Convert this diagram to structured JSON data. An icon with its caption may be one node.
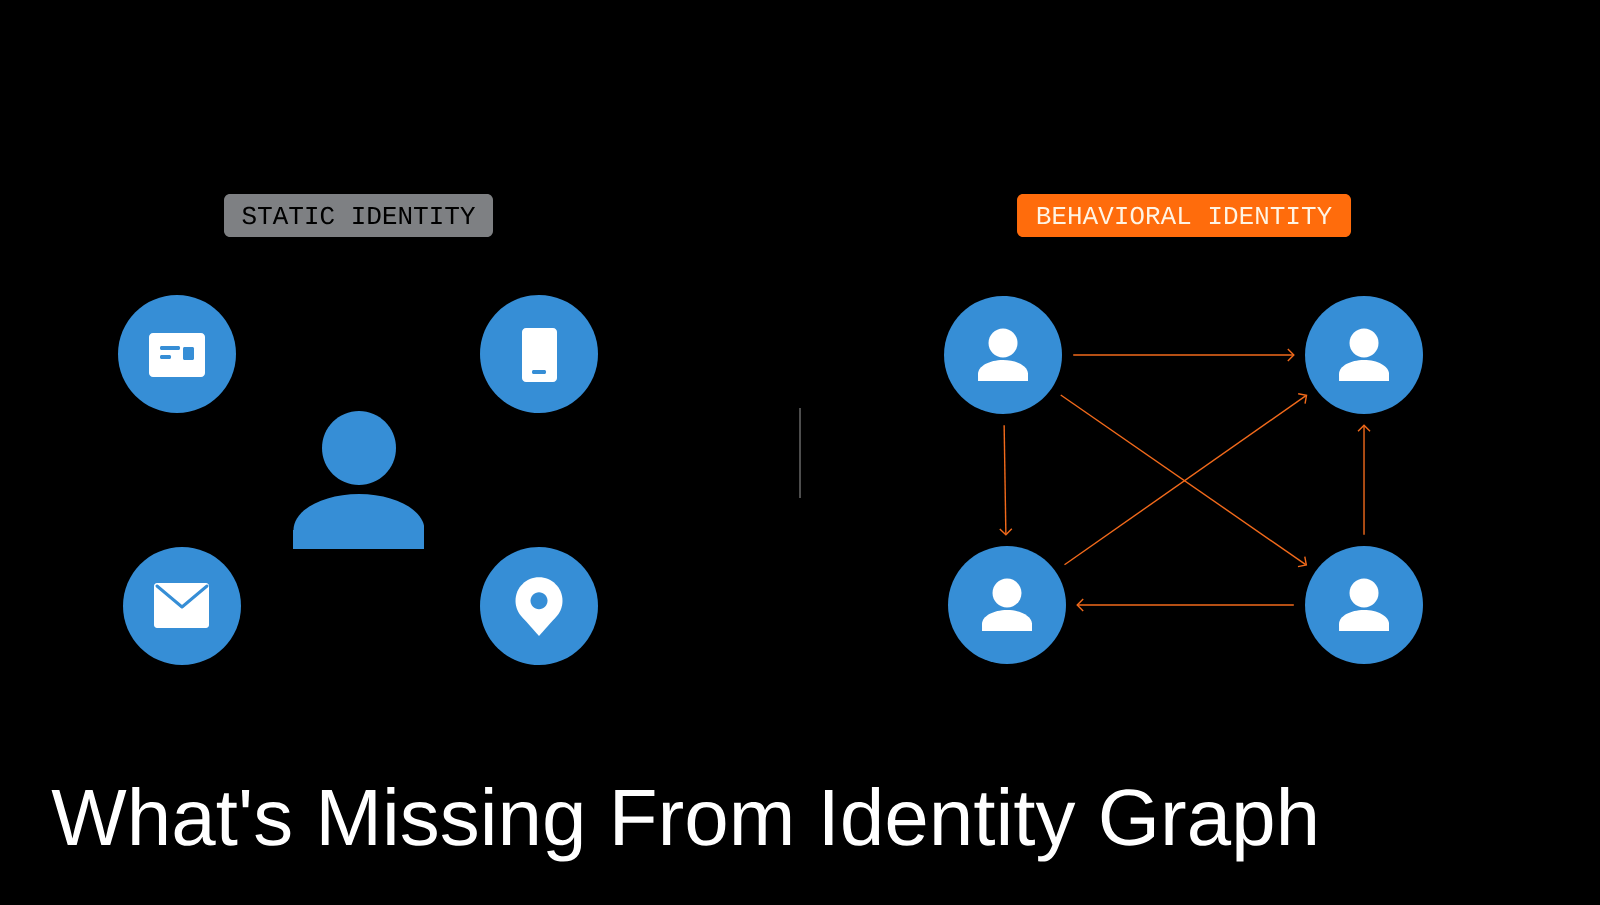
{
  "diagram": {
    "title": "What's Missing From Identity Graph",
    "nodes": [
      {
        "text": [
          "STATIC IDENTITY"
        ]
      },
      {
        "text": [
          "BEHAVIORAL IDENTITY"
        ]
      },
      {
        "text": [],
        "shape": "circle"
      },
      {
        "text": [],
        "shape": "circle"
      },
      {
        "text": [],
        "shape": "circle"
      },
      {
        "text": [],
        "shape": "circle"
      }
    ],
    "edges": [
      {
        "from": 2,
        "to": 3,
        "arrow": "to"
      },
      {
        "from": 2,
        "to": 5,
        "arrow": "to"
      },
      {
        "from": 2,
        "to": 4,
        "arrow": "to"
      },
      {
        "from": 4,
        "to": 3,
        "arrow": "to"
      },
      {
        "from": 5,
        "to": 3,
        "arrow": "to"
      },
      {
        "from": 5,
        "to": 4,
        "arrow": "to"
      }
    ]
  }
}
